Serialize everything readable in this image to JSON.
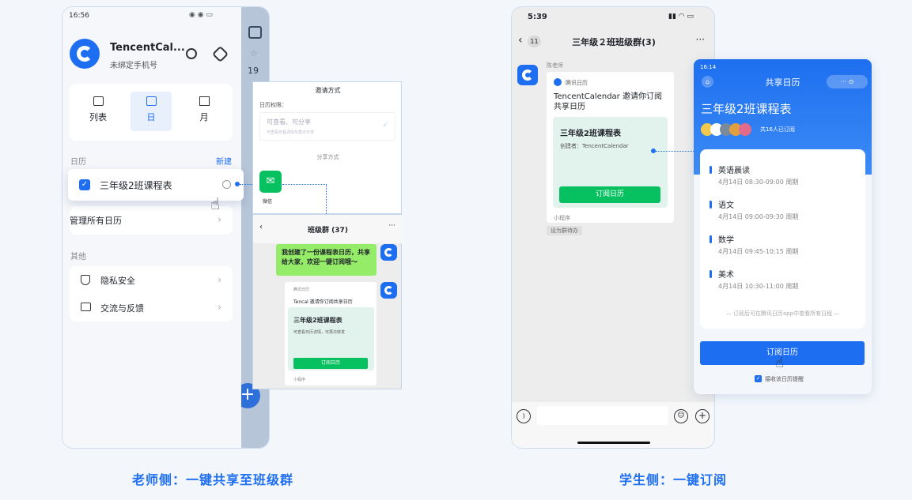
{
  "captions": {
    "left": "老师侧：一键共享至班级群",
    "right": "学生侧：一键订阅"
  },
  "teacher_app": {
    "status_time": "16:56",
    "app_name": "TencentCal...",
    "app_subtitle": "未绑定手机号",
    "views": [
      {
        "label": "列表",
        "active": false
      },
      {
        "label": "日",
        "active": true
      },
      {
        "label": "月",
        "active": false
      }
    ],
    "section_calendar": "日历",
    "new_label": "新建",
    "calendar_item": "三年级2班课程表",
    "manage_label": "管理所有日历",
    "section_other": "其他",
    "privacy_label": "隐私安全",
    "feedback_label": "交流与反馈",
    "side_date": "19"
  },
  "share_panel": {
    "title": "邀请方式",
    "permission_label": "日历权限：",
    "permission_value": "可查看、可分享",
    "permission_sub": "可查看日程详情与再次分享",
    "share_method": "分享方式",
    "wechat_label": "微信"
  },
  "group_chat_small": {
    "title": "班级群 (37)",
    "message": "我创建了一份课程表日历，共享给大家，欢迎一键订阅哦～",
    "card_source": "腾讯日历",
    "card_invite": "Tencal 邀请你订阅共享日历",
    "card_title": "三年级2班课程表",
    "card_desc": "可查看日历详情，可再次转发",
    "card_button": "订阅日历",
    "mini_program": "小程序"
  },
  "student_chat": {
    "status_time": "5:39",
    "back_count": "11",
    "title": "三年级２班班级群(3)",
    "sender": "陈老师",
    "card_source": "腾讯日历",
    "card_invite": "TencentCalendar 邀请你订阅共享日历",
    "card_title": "三年级2班课程表",
    "card_creator": "创建者：TencentCalendar",
    "card_button": "订阅日历",
    "mini_program": "小程序",
    "set_todo": "设为群待办"
  },
  "shared_calendar": {
    "status_time": "16:14",
    "header": "共享日历",
    "title": "三年级2班课程表",
    "subscribers": "共16人已订阅",
    "events": [
      {
        "name": "英语晨读",
        "time": "4月14日 08:30-09:00 周期"
      },
      {
        "name": "语文",
        "time": "4月14日 09:00-09:30 周期"
      },
      {
        "name": "数学",
        "time": "4月14日 09:45-10:15 周期"
      },
      {
        "name": "美术",
        "time": "4月14日 10:30-11:00 周期"
      }
    ],
    "note": "— 订阅后可在腾讯日历app中查看所有日程 —",
    "subscribe_button": "订阅日历",
    "reminder_label": "接收该日历提醒"
  },
  "colors": {
    "accent": "#1d6ef0",
    "wechat_green": "#07c160",
    "bubble_green": "#95ec69"
  }
}
